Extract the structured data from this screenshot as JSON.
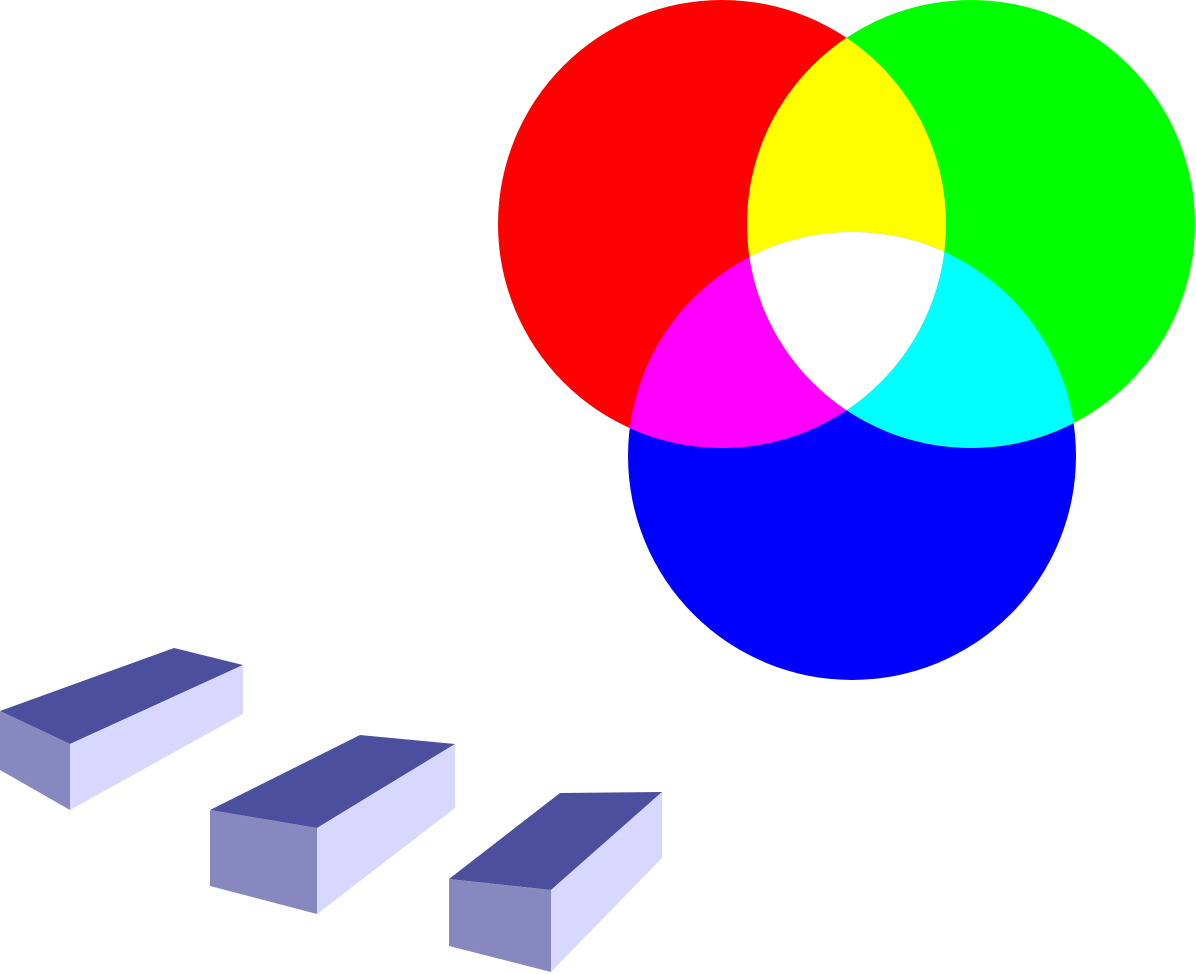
{
  "colors": {
    "red": "#ff0000",
    "green": "#00ff00",
    "blue": "#0000ff",
    "yellow": "#ffff00",
    "magenta": "#ff00ff",
    "cyan": "#00ffff",
    "white": "#ffffff",
    "projector_top": "#4b4f9e",
    "projector_side": "#8888c0",
    "projector_front": "#d8d8fe",
    "beam_red": "#ff0000",
    "beam_blue": "#1030e0",
    "beam_green": "#00ee00"
  },
  "lights": [
    {
      "name": "red",
      "projector": "red-projector"
    },
    {
      "name": "blue",
      "projector": "blue-projector"
    },
    {
      "name": "green",
      "projector": "green-projector"
    }
  ],
  "overlaps": [
    {
      "colors": [
        "red",
        "green"
      ],
      "result": "yellow"
    },
    {
      "colors": [
        "red",
        "blue"
      ],
      "result": "magenta"
    },
    {
      "colors": [
        "green",
        "blue"
      ],
      "result": "cyan"
    },
    {
      "colors": [
        "red",
        "green",
        "blue"
      ],
      "result": "white"
    }
  ]
}
